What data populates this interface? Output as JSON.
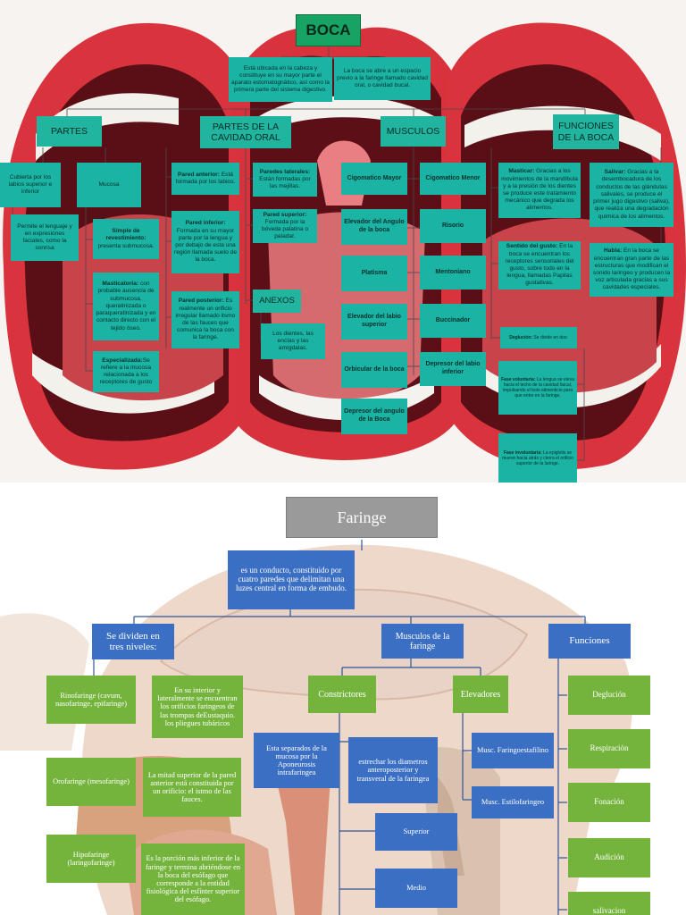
{
  "boca": {
    "title": "BOCA",
    "intro_left": "Está ubicada en la cabeza y constituye en su mayor parte el aparato estomatognático, así como la primera parte del sistema digestivo.",
    "intro_right": "La boca se abre a un espacio previo a la faringe llamado cavidad oral, o cavidad bucal.",
    "headers": {
      "partes": "PARTES",
      "partes_cavidad": "PARTES DE LA\nCAVIDAD ORAL",
      "musculos": "MUSCULOS",
      "funciones": "FUNCIONES\nDE LA BOCA"
    },
    "partes": {
      "cubierta": "Cubierta por los labios superior e inferior",
      "mucosa": "Mucosa",
      "permite": "Permite el lenguaje y en expresiones faciales, como la sonrisa",
      "simple_t": "Simple de revestimiento:",
      "simple_d": " presenta submucosa.",
      "mast_t": "Masticatoria:",
      "mast_d": " con probable ausencia de submucosa, queratinizada o paraqueratinizada y en contacto directo con el tejido óseo.",
      "esp_t": "Especializada:",
      "esp_d": "Se refiere a la mucosa relacionada a los receptores de gusto"
    },
    "cavidad": {
      "anterior_t": "Pared anterior:",
      "anterior_d": " Está formada por los labios.",
      "laterales_t": "Paredes laterales:",
      "laterales_d": " Están formadas por las mejillas.",
      "inferior_t": "Pared inferior:",
      "inferior_d": " Formada en su mayor parte por la lengua y por debajo de esta una región llamada suelo de la boca.",
      "superior_t": "Pared superior:",
      "superior_d": " Formada por la bóveda palatina o paladar.",
      "posterior_t": "Pared posterior:",
      "posterior_d": " Es realmente un orificio irregular llamado itsmo de las fauces que comunica la boca con la faringe.",
      "anexos": "ANEXOS",
      "anexos_d": "Los dientes, las encías y las amígdalas."
    },
    "musculos": {
      "left": [
        "Cigomatico Mayor",
        "Elevador del Angulo de la boca",
        "Platisma",
        "Elevador del labio superior",
        "Orbicular de la boca",
        "Depresor del angulo de la Boca"
      ],
      "right": [
        "Cigomatico Menor",
        "Risorio",
        "Mentoniano",
        "Buccinador",
        "Depresor del labio inferior"
      ]
    },
    "funciones": {
      "masticar_t": "Masticar:",
      "masticar_d": " Gracias a los movimientos de la mandíbula y a la presión de los dientes se produce este tratamiento mecánico que degrada los alimentos.",
      "salivar_t": "Salivar:",
      "salivar_d": " Gracias a la desembocadura de los conductos de las glándulas salivales, se produce el primer jugo digestivo (saliva), que realiza una degradación química de los alimentos.",
      "gusto_t": "Sentido del gusto:",
      "gusto_d": " En la boca se encuentran los receptores sensoriales del gusto, sobre todo en la lengua, llamadas Papilas gustativas.",
      "habla_t": "Habla:",
      "habla_d": " En la boca se encuentran gran parte de las estructuras que modifican el sonido laringeo y producen la voz articulada gracias a sus cavidades especiales.",
      "deglucion_t": "Deglución:",
      "deglucion_d": " Se divide en dos:",
      "voluntaria_t": "Fase voluntaria:",
      "voluntaria_d": " La lengua se eleva hacia el techo de la cavidad bucal, impulsando el bolo alimenticio para que entre en la faringe.",
      "involuntaria_t": "Fase involuntaria:",
      "involuntaria_d": " La epiglotis se mueve hacia atrás y cierra el orificio superior de la laringe."
    }
  },
  "faringe": {
    "title": "Faringe",
    "definicion": "es un conducto, constituido por cuatro paredes que delimitan una luzes central en forma de embudo.",
    "niveles": "Se dividen en\ntres niveles:",
    "rinofaringe": "Rinofaringe (cavum, nasofaringe, epifaringe)",
    "rinofaringe_d": "En su interior y lateralmente se encuentran los orificios faringeos de las trompas deEustaquio. los pliegues tubáricos",
    "orofaringe": "Orofaringe (mesofaringe)",
    "orofaringe_d": "La mitad superior de la pared anterior está constituida por un orificio: el istmo de las fauces.",
    "hipofaringe": "Hipofaringe (laringofaringe)",
    "hipofaringe_d": "Es la porción más inferior de la faringe y termina abriéndose en la boca del esófago que corresponde a la entidad fisiológica del esfínter superior del esófago.",
    "musculos": "Musculos de la faringe",
    "constrictores": "Constrictores",
    "separados": "Esta separados de la mucosa por la Aponeurosis intrafaringea",
    "estrechar": "estrechar los diametros anteroposterior y transveral de la faringea",
    "superior": "Superior",
    "medio": "Medio",
    "elevadores": "Elevadores",
    "faringoestafilino": "Musc. Faringoestafilino",
    "estilofaringeo": "Musc. Estilofaringeo",
    "funciones": "Funciones",
    "lista": [
      "Deglución",
      "Respiración",
      "Fonación",
      "Audición",
      "salivacion"
    ]
  }
}
